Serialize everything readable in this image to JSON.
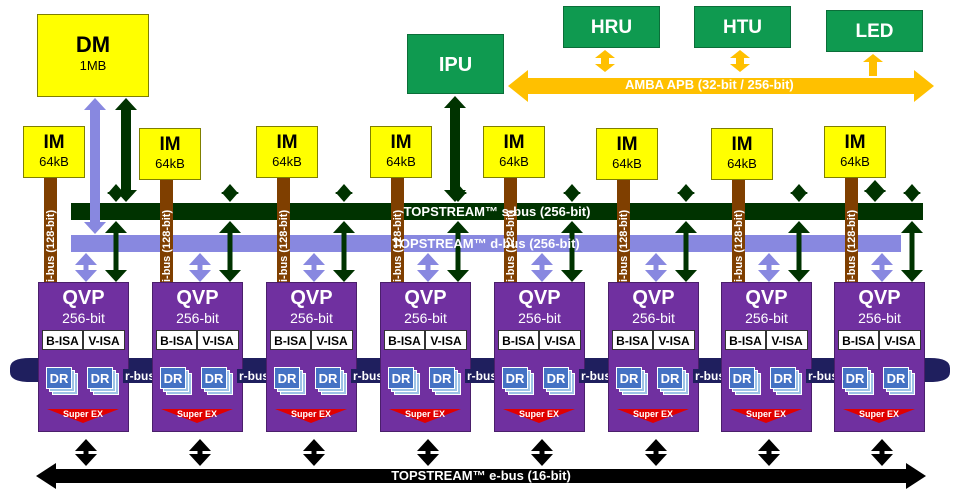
{
  "dm": {
    "title": "DM",
    "size": "1MB"
  },
  "ipu": {
    "title": "IPU"
  },
  "hru": {
    "title": "HRU"
  },
  "htu": {
    "title": "HTU"
  },
  "led": {
    "title": "LED"
  },
  "im": {
    "title": "IM",
    "size": "64kB"
  },
  "qvp": {
    "title": "QVP",
    "width": "256-bit",
    "b_isa": "B-ISA",
    "v_isa": "V-ISA",
    "dr": "DR",
    "rbus": "r-bus",
    "superex": "Super EX"
  },
  "buses": {
    "sbus": "TOPSTREAM™ s-bus (256-bit)",
    "dbus": "TOPSTREAM™ d-bus (256-bit)",
    "ebus": "TOPSTREAM™ e-bus (16-bit)",
    "amba": "AMBA  APB  (32-bit / 256-bit)",
    "ibus": "i-bus (128-bit)"
  },
  "colors": {
    "yellow": "#ffff00",
    "green": "#0f9a50",
    "dark_green": "#003300",
    "purple": "#7030a0",
    "lavender": "#8888e0",
    "navy": "#1f1f5e",
    "orange": "#ffc000",
    "brown": "#7f3f00",
    "red": "#e00000",
    "blue": "#4472c4"
  }
}
